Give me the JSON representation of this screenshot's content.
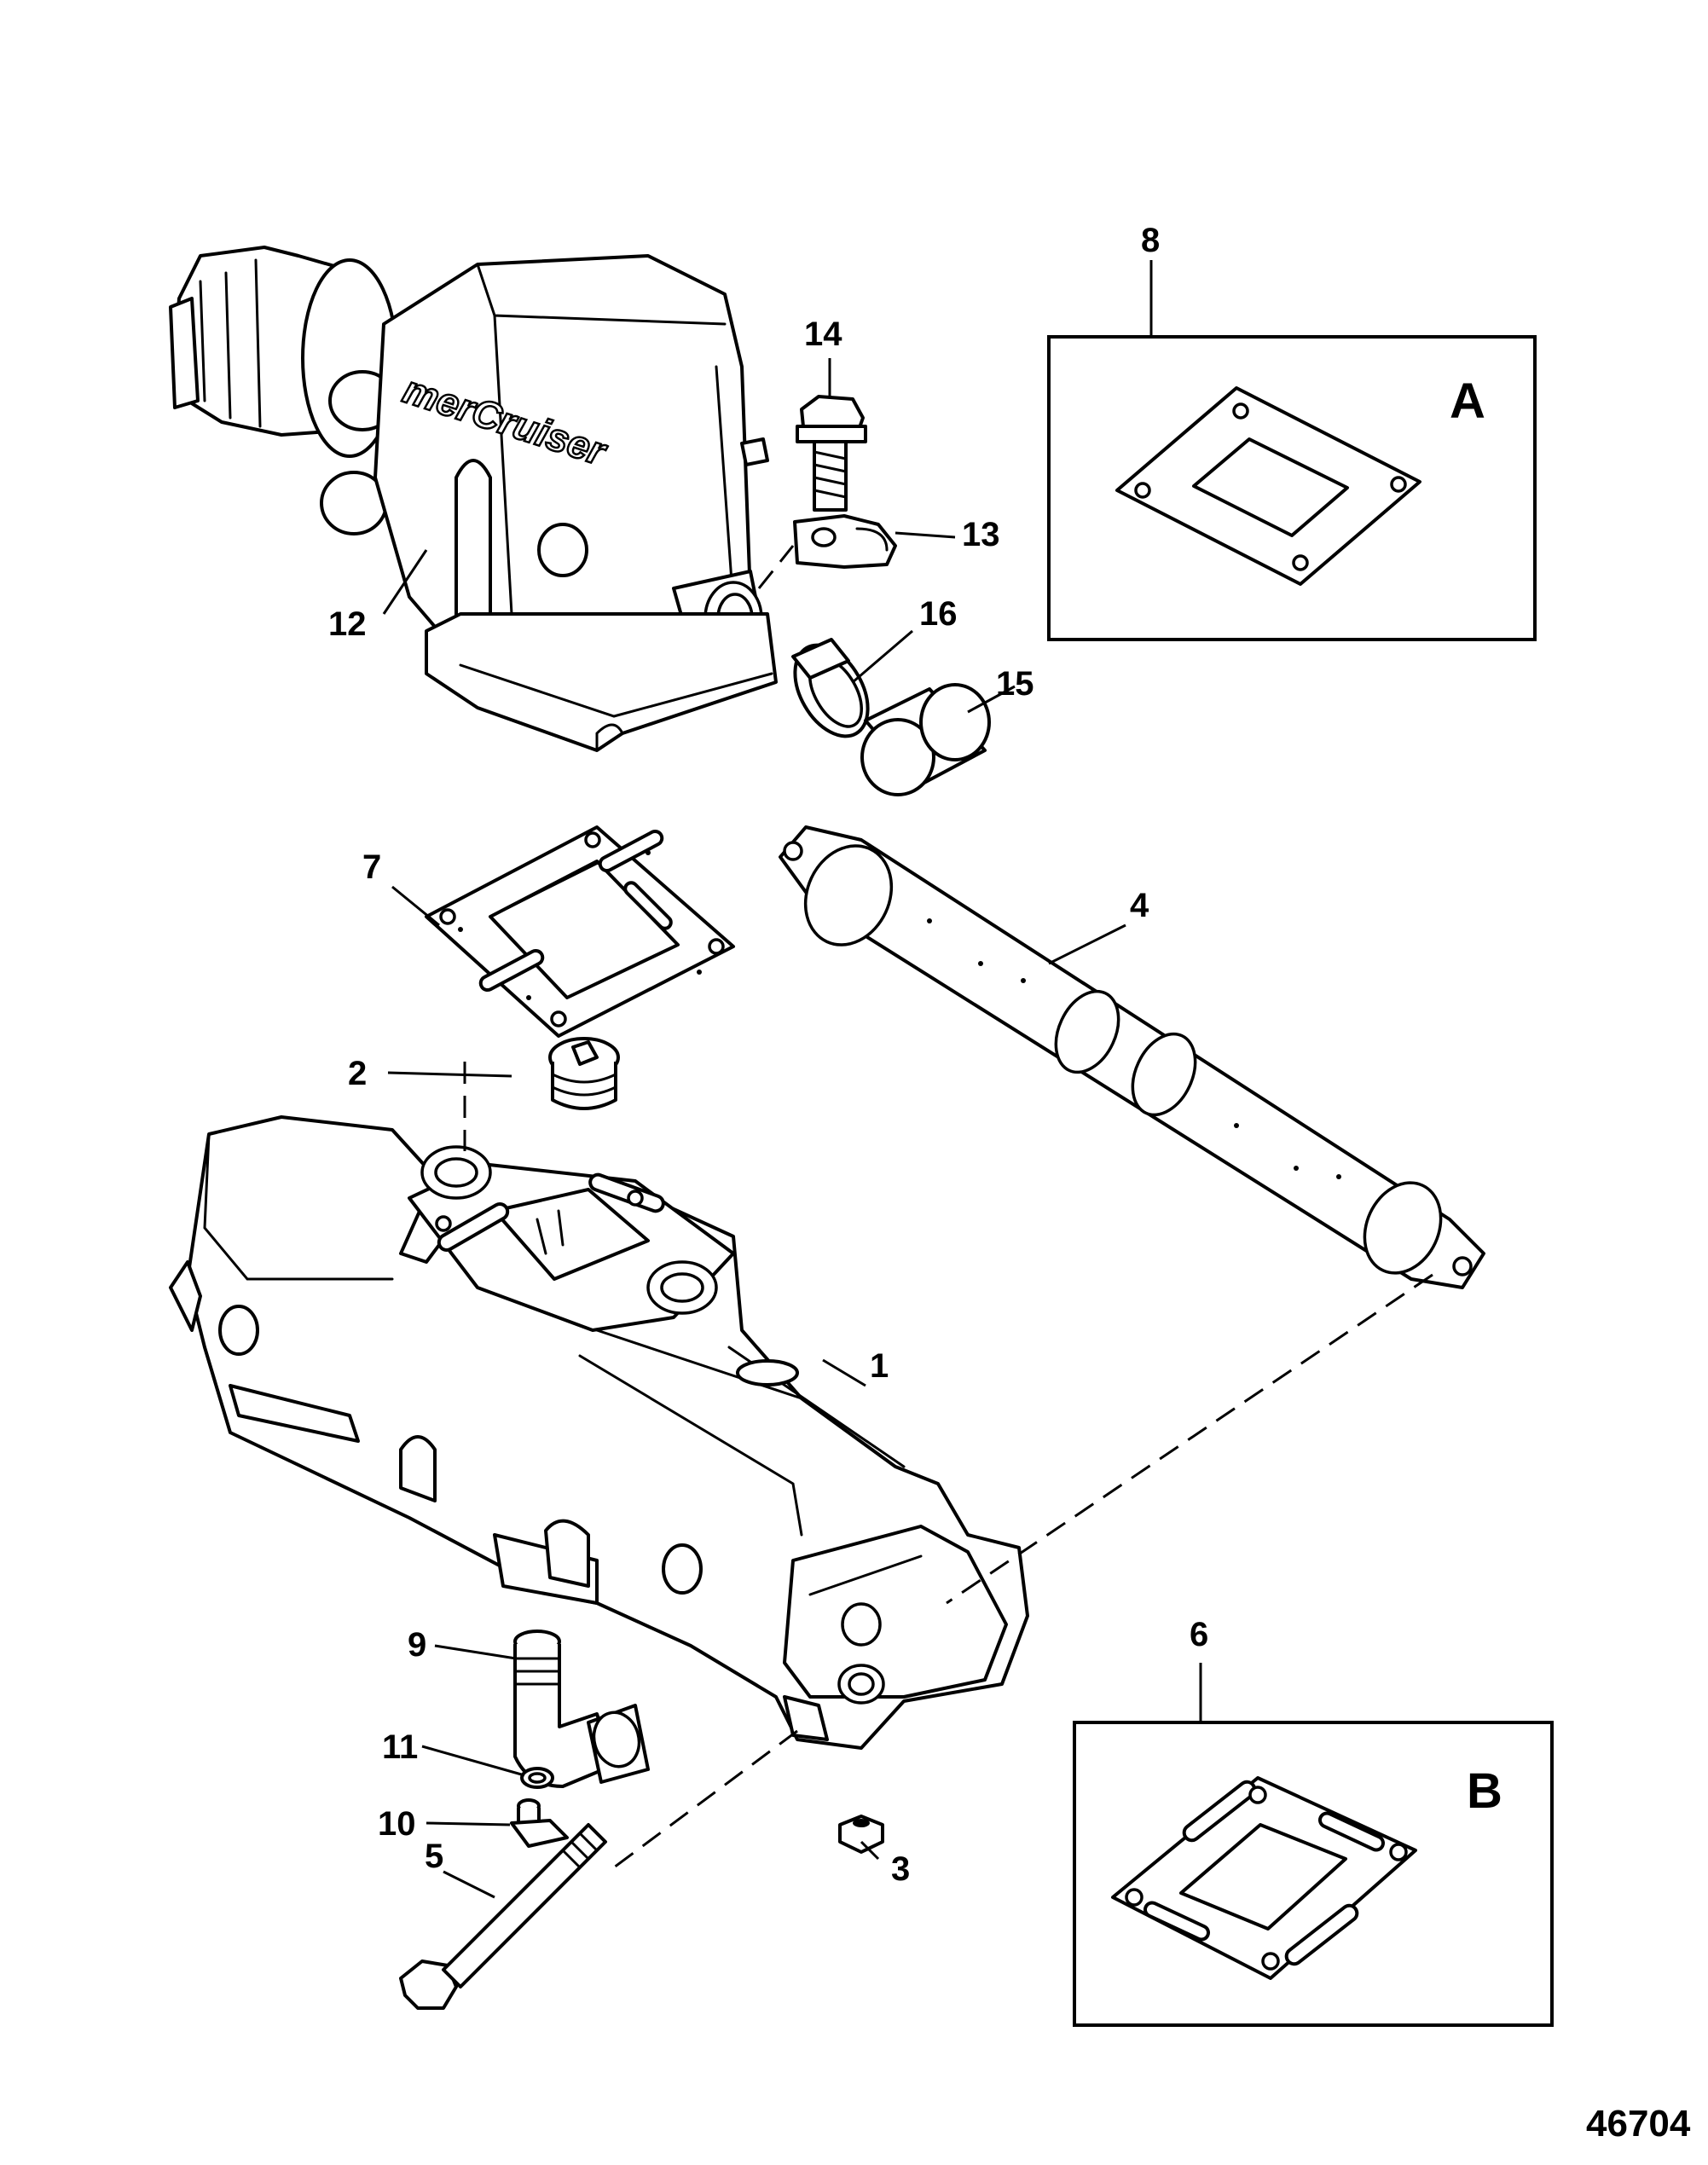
{
  "callouts": [
    {
      "id": "1",
      "text": "1"
    },
    {
      "id": "2",
      "text": "2"
    },
    {
      "id": "3",
      "text": "3"
    },
    {
      "id": "4",
      "text": "4"
    },
    {
      "id": "5",
      "text": "5"
    },
    {
      "id": "6",
      "text": "6"
    },
    {
      "id": "7",
      "text": "7"
    },
    {
      "id": "8",
      "text": "8"
    },
    {
      "id": "9",
      "text": "9"
    },
    {
      "id": "10",
      "text": "10"
    },
    {
      "id": "11",
      "text": "11"
    },
    {
      "id": "12",
      "text": "12"
    },
    {
      "id": "13",
      "text": "13"
    },
    {
      "id": "14",
      "text": "14"
    },
    {
      "id": "15",
      "text": "15"
    },
    {
      "id": "16",
      "text": "16"
    }
  ],
  "inset_labels": {
    "a": "A",
    "b": "B"
  },
  "logo_text": "merCruiser",
  "figure_id": "46704",
  "colors": {
    "line": "#000000",
    "background": "#ffffff"
  }
}
